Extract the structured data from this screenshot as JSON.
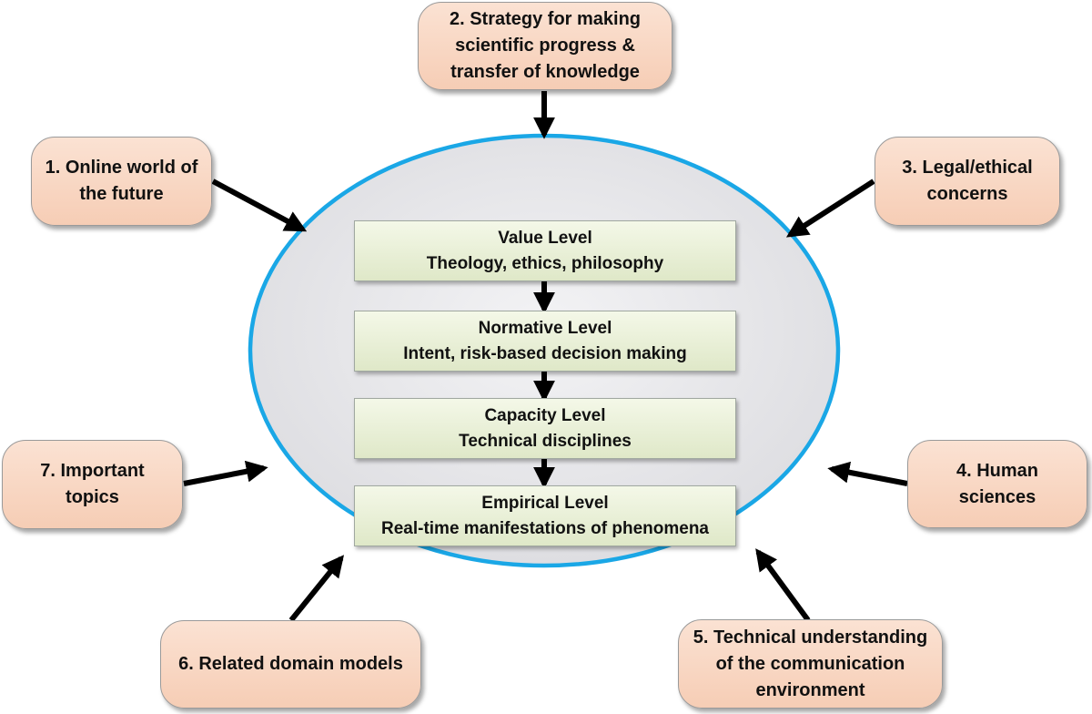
{
  "diagram": {
    "outer_topics": [
      "1. Online world of the future",
      "2. Strategy for making scientific progress & transfer of knowledge",
      "3. Legal/ethical concerns",
      "4. Human sciences",
      "5. Technical understanding of the communication environment",
      "6. Related domain models",
      "7. Important topics"
    ],
    "topic_1": {
      "line1": "1. Online world of",
      "line2": "the future"
    },
    "topic_2": {
      "line1": "2. Strategy for making",
      "line2": "scientific progress &",
      "line3": "transfer of knowledge"
    },
    "topic_3": {
      "line1": "3. Legal/ethical",
      "line2": "concerns"
    },
    "topic_4": {
      "line1": "4. Human sciences"
    },
    "topic_5": {
      "line1": "5. Technical understanding",
      "line2": "of the communication",
      "line3": "environment"
    },
    "topic_6": {
      "line1": "6. Related domain models"
    },
    "topic_7": {
      "line1": "7. Important",
      "line2": "topics"
    },
    "levels": [
      {
        "title": "Value Level",
        "desc": "Theology, ethics, philosophy"
      },
      {
        "title": "Normative Level",
        "desc": "Intent, risk-based decision making"
      },
      {
        "title": "Capacity Level",
        "desc": "Technical disciplines"
      },
      {
        "title": "Empirical Level",
        "desc": "Real-time manifestations of phenomena"
      }
    ],
    "colors": {
      "ellipse_border": "#1aa7e6",
      "ellipse_fill": "#e8e8ec",
      "outer_box_fill": "#f6cdb5",
      "level_box_fill": "#dfe8c8",
      "arrow": "#000000"
    }
  }
}
